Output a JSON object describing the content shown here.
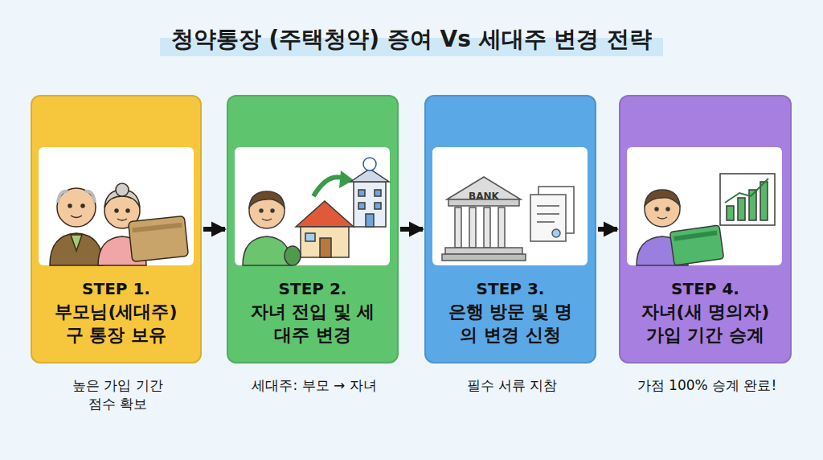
{
  "diagram": {
    "title": "청약통장 (주택청약) 증여 Vs 세대주 변경 전략",
    "nodes": [
      {
        "text": [
          "STEP 1.",
          "부모님(세대주) 구 통장 보유",
          "높은 가입 기간 점수 확보"
        ]
      },
      {
        "text": [
          "STEP 2.",
          "자녀 전입 및 세대주 변경",
          "세대주: 부모 → 자녀"
        ]
      },
      {
        "text": [
          "STEP 3.",
          "은행 방문 및 명의 변경 신청",
          "필수 서류 지참"
        ]
      },
      {
        "text": [
          "STEP 4.",
          "자녀(새 명의자) 가입 기간 승계",
          "가점 100% 승계 완료!"
        ]
      }
    ],
    "edges": [
      {
        "from": 0,
        "to": 1,
        "arrow": "to"
      },
      {
        "from": 1,
        "to": 2,
        "arrow": "to"
      },
      {
        "from": 2,
        "to": 3,
        "arrow": "to"
      }
    ],
    "labels": [
      "BANK"
    ]
  }
}
